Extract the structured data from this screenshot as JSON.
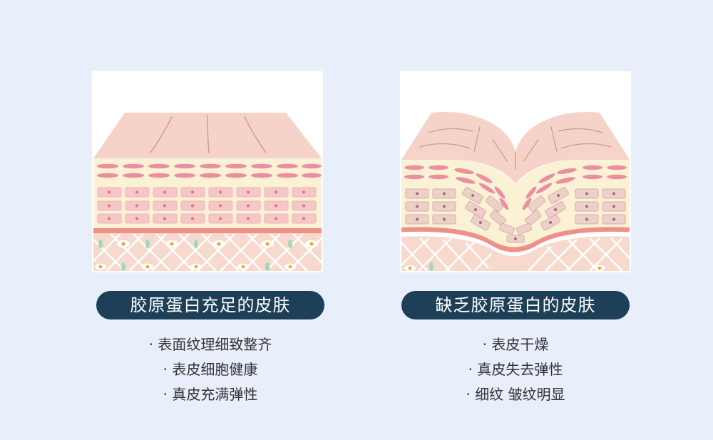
{
  "colors": {
    "background": "#e9eefb",
    "pill": "#1d3f57",
    "text": "#333333",
    "skin_surface": "#f6d3c8",
    "skin_line": "#cf9f8c",
    "epidermis_cells": "#ea8fa0",
    "layer_band": "#fbf1d4",
    "dermis": "#f7d9cd",
    "basement_line": "#ee8f88",
    "fiber_net": "#ffffff",
    "fiber_cell_dot": "#f3a928",
    "green_cell": "#9fd9b5"
  },
  "left": {
    "title": "胶原蛋白充足的皮肤",
    "bullets": [
      "· 表面纹理细致整齐",
      "· 表皮细胞健康",
      "· 真皮充满弹性"
    ]
  },
  "right": {
    "title": "缺乏胶原蛋白的皮肤",
    "bullets": [
      "· 表皮干燥",
      "· 真皮失去弹性",
      "· 细纹 皱纹明显"
    ]
  }
}
